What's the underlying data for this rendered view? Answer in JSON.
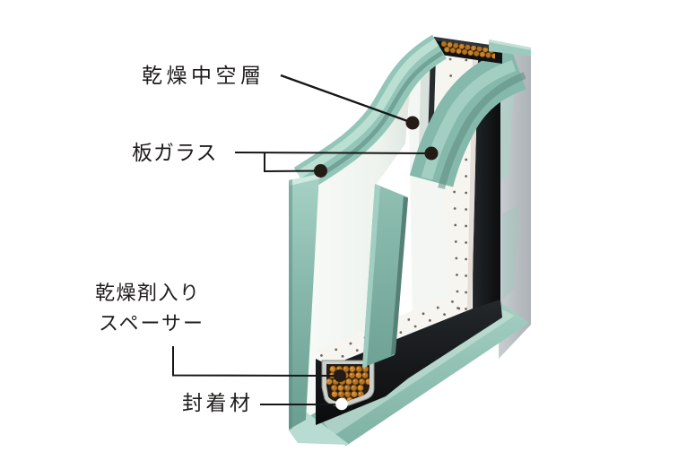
{
  "diagram": {
    "type": "insulated-glazing-unit-cross-section",
    "labels": {
      "air_layer": "乾燥中空層",
      "glass_pane": "板ガラス",
      "desiccant_spacer_line1": "乾燥剤入り",
      "desiccant_spacer_line2": "スペーサー",
      "sealant": "封着材"
    },
    "colors": {
      "glass_edge_teal": "#8fc2b4",
      "glass_edge_teal_light": "#c3e3d8",
      "glass_edge_teal_dark": "#5f948a",
      "glass_face_white": "#f4f7f4",
      "sealant_black": "#17191b",
      "spacer_white": "#f7f5f0",
      "desiccant_orange": "#c8832e",
      "side_gray": "#bcc1c4",
      "leader_line": "#161616",
      "marker_dark": "#241a16",
      "marker_white": "#ffffff",
      "background": "#ffffff"
    }
  }
}
